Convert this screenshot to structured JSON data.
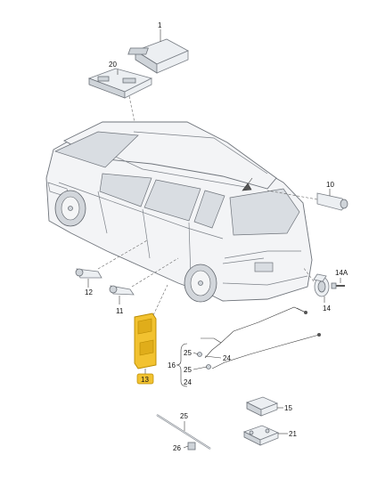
{
  "colors": {
    "highlight": "#f2c230",
    "highlight_stroke": "#b88a00",
    "label_badge": "#f2c230"
  },
  "labels": {
    "p1": "1",
    "p20": "20",
    "p10": "10",
    "p12": "12",
    "p11": "11",
    "p14a": "14A",
    "p14": "14",
    "p13": "13",
    "p16": "16",
    "p25a": "25",
    "p25b": "25",
    "p24a": "24",
    "p24b": "24",
    "p15": "15",
    "p21": "21",
    "p25c": "25",
    "p26": "26"
  }
}
